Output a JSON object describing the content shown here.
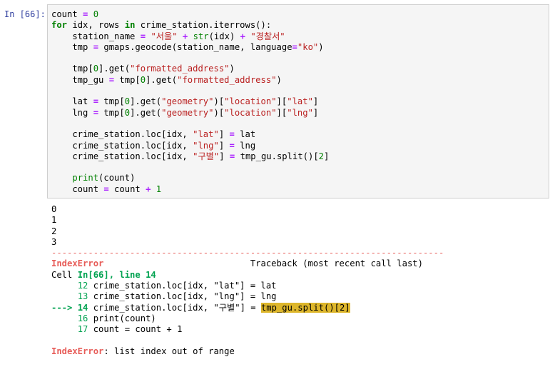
{
  "cell": {
    "prompt": "In [66]:",
    "code_lines": [
      [
        {
          "t": "count ",
          "c": ""
        },
        {
          "t": "=",
          "c": "op"
        },
        {
          "t": " ",
          "c": ""
        },
        {
          "t": "0",
          "c": "num"
        }
      ],
      [
        {
          "t": "for",
          "c": "kw"
        },
        {
          "t": " idx, rows ",
          "c": ""
        },
        {
          "t": "in",
          "c": "kw"
        },
        {
          "t": " crime_station.iterrows():",
          "c": ""
        }
      ],
      [
        {
          "t": "    station_name ",
          "c": ""
        },
        {
          "t": "=",
          "c": "op"
        },
        {
          "t": " ",
          "c": ""
        },
        {
          "t": "\"서울\"",
          "c": "str"
        },
        {
          "t": " ",
          "c": ""
        },
        {
          "t": "+",
          "c": "op"
        },
        {
          "t": " ",
          "c": ""
        },
        {
          "t": "str",
          "c": "bi"
        },
        {
          "t": "(idx) ",
          "c": ""
        },
        {
          "t": "+",
          "c": "op"
        },
        {
          "t": " ",
          "c": ""
        },
        {
          "t": "\"경찰서\"",
          "c": "str"
        }
      ],
      [
        {
          "t": "    tmp ",
          "c": ""
        },
        {
          "t": "=",
          "c": "op"
        },
        {
          "t": " gmaps.geocode(station_name, language",
          "c": ""
        },
        {
          "t": "=",
          "c": "op"
        },
        {
          "t": "\"ko\"",
          "c": "str"
        },
        {
          "t": ")",
          "c": ""
        }
      ],
      [],
      [
        {
          "t": "    tmp[",
          "c": ""
        },
        {
          "t": "0",
          "c": "num"
        },
        {
          "t": "].get(",
          "c": ""
        },
        {
          "t": "\"formatted_address\"",
          "c": "str"
        },
        {
          "t": ")",
          "c": ""
        }
      ],
      [
        {
          "t": "    tmp_gu ",
          "c": ""
        },
        {
          "t": "=",
          "c": "op"
        },
        {
          "t": " tmp[",
          "c": ""
        },
        {
          "t": "0",
          "c": "num"
        },
        {
          "t": "].get(",
          "c": ""
        },
        {
          "t": "\"formatted_address\"",
          "c": "str"
        },
        {
          "t": ")",
          "c": ""
        }
      ],
      [],
      [
        {
          "t": "    lat ",
          "c": ""
        },
        {
          "t": "=",
          "c": "op"
        },
        {
          "t": " tmp[",
          "c": ""
        },
        {
          "t": "0",
          "c": "num"
        },
        {
          "t": "].get(",
          "c": ""
        },
        {
          "t": "\"geometry\"",
          "c": "str"
        },
        {
          "t": ")[",
          "c": ""
        },
        {
          "t": "\"location\"",
          "c": "str"
        },
        {
          "t": "][",
          "c": ""
        },
        {
          "t": "\"lat\"",
          "c": "str"
        },
        {
          "t": "]",
          "c": ""
        }
      ],
      [
        {
          "t": "    lng ",
          "c": ""
        },
        {
          "t": "=",
          "c": "op"
        },
        {
          "t": " tmp[",
          "c": ""
        },
        {
          "t": "0",
          "c": "num"
        },
        {
          "t": "].get(",
          "c": ""
        },
        {
          "t": "\"geometry\"",
          "c": "str"
        },
        {
          "t": ")[",
          "c": ""
        },
        {
          "t": "\"location\"",
          "c": "str"
        },
        {
          "t": "][",
          "c": ""
        },
        {
          "t": "\"lng\"",
          "c": "str"
        },
        {
          "t": "]",
          "c": ""
        }
      ],
      [],
      [
        {
          "t": "    crime_station.loc[idx, ",
          "c": ""
        },
        {
          "t": "\"lat\"",
          "c": "str"
        },
        {
          "t": "] ",
          "c": ""
        },
        {
          "t": "=",
          "c": "op"
        },
        {
          "t": " lat",
          "c": ""
        }
      ],
      [
        {
          "t": "    crime_station.loc[idx, ",
          "c": ""
        },
        {
          "t": "\"lng\"",
          "c": "str"
        },
        {
          "t": "] ",
          "c": ""
        },
        {
          "t": "=",
          "c": "op"
        },
        {
          "t": " lng",
          "c": ""
        }
      ],
      [
        {
          "t": "    crime_station.loc[idx, ",
          "c": ""
        },
        {
          "t": "\"구별\"",
          "c": "str"
        },
        {
          "t": "] ",
          "c": ""
        },
        {
          "t": "=",
          "c": "op"
        },
        {
          "t": " tmp_gu.split()[",
          "c": ""
        },
        {
          "t": "2",
          "c": "num"
        },
        {
          "t": "]",
          "c": ""
        }
      ],
      [],
      [
        {
          "t": "    ",
          "c": ""
        },
        {
          "t": "print",
          "c": "bi"
        },
        {
          "t": "(count)",
          "c": ""
        }
      ],
      [
        {
          "t": "    count ",
          "c": ""
        },
        {
          "t": "=",
          "c": "op"
        },
        {
          "t": " count ",
          "c": ""
        },
        {
          "t": "+",
          "c": "op"
        },
        {
          "t": " ",
          "c": ""
        },
        {
          "t": "1",
          "c": "num"
        }
      ]
    ]
  },
  "output": {
    "stdout": [
      "0",
      "1",
      "2",
      "3"
    ],
    "rule": "---------------------------------------------------------------------------",
    "error_name": "IndexError",
    "traceback_label": "                            Traceback (most recent call last)",
    "cell_ref_prefix": "Cell ",
    "cell_ref": "In[66], line 14",
    "frames": [
      {
        "marker": "     ",
        "num": "12",
        "code": " crime_station.loc[idx, \"lat\"] = lat",
        "hl": ""
      },
      {
        "marker": "     ",
        "num": "13",
        "code": " crime_station.loc[idx, \"lng\"] = lng",
        "hl": ""
      },
      {
        "marker": "---> ",
        "num": "14",
        "code": " crime_station.loc[idx, \"구별\"] = ",
        "hl": "tmp_gu.split()[2]"
      },
      {
        "marker": "     ",
        "num": "16",
        "code": " print(count)",
        "hl": ""
      },
      {
        "marker": "     ",
        "num": "17",
        "code": " count = count + 1",
        "hl": ""
      }
    ],
    "final_error_name": "IndexError",
    "final_error_message": ": list index out of range"
  }
}
